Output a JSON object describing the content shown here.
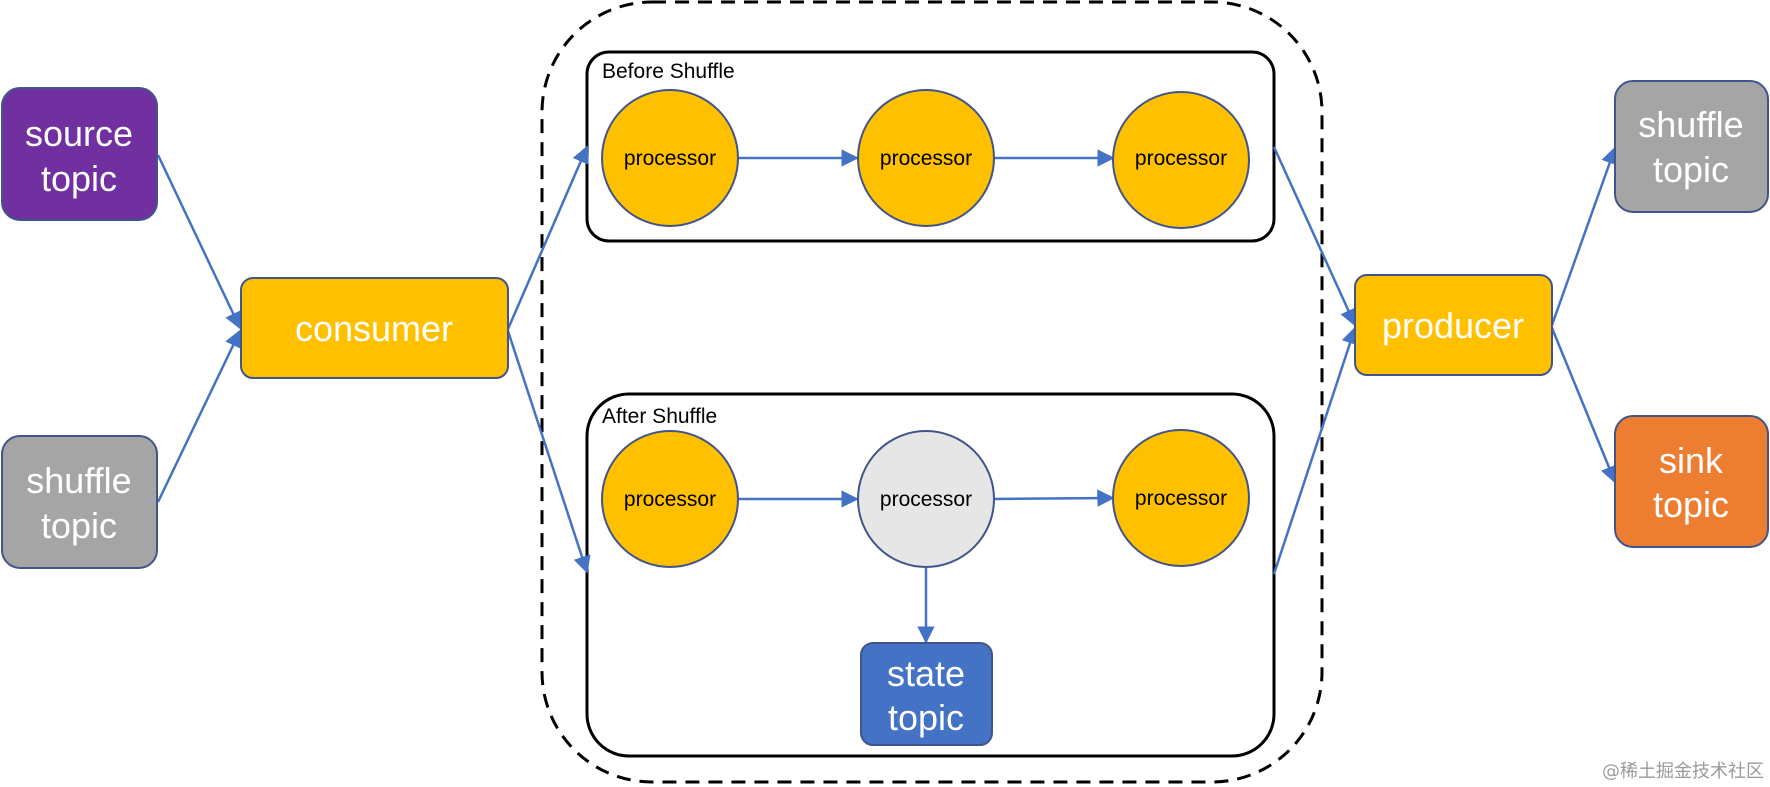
{
  "colors": {
    "edge": "#4472c4",
    "purple": "#7030a0",
    "gray": "#a5a5a5",
    "gold": "#ffc000",
    "orange": "#ed7d31",
    "blue": "#4472c4",
    "light_gray": "#e7e6e6",
    "box_stroke": "#41558b"
  },
  "nodes": {
    "source_topic": {
      "line1": "source",
      "line2": "topic"
    },
    "shuffle_topic_in": {
      "line1": "shuffle",
      "line2": "topic"
    },
    "consumer": {
      "label": "consumer"
    },
    "producer": {
      "label": "producer"
    },
    "shuffle_topic_out": {
      "line1": "shuffle",
      "line2": "topic"
    },
    "sink_topic": {
      "line1": "sink",
      "line2": "topic"
    },
    "state_topic": {
      "line1": "state",
      "line2": "topic"
    }
  },
  "groups": {
    "before": {
      "title": "Before Shuffle",
      "processors": [
        "processor",
        "processor",
        "processor"
      ]
    },
    "after": {
      "title": "After Shuffle",
      "processors": [
        "processor",
        "processor",
        "processor"
      ]
    }
  },
  "watermark": "@稀土掘金技术社区"
}
